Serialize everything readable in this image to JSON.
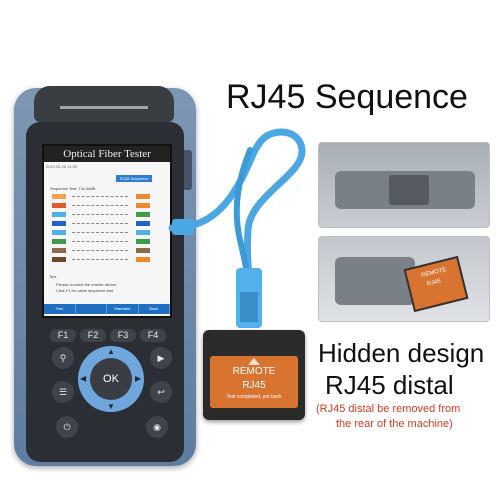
{
  "headline": "RJ45 Sequence",
  "feature": {
    "line1": "Hidden design",
    "line2": "RJ45 distal",
    "note_line1": "(RJ45 distal be removed from",
    "note_line2": "the rear of the machine)"
  },
  "device": {
    "screen_title": "Optical Fiber Tester",
    "status_bar": "2019.04.26   14:00",
    "mode_button": "RJ45 Sequence",
    "sequence_test": "Sequence Test: TIA-568B",
    "tips_label": "Tips",
    "tips_line1": "Please connect the remote device.",
    "tips_line2": "Click F1 for cable sequence test.",
    "softkeys": [
      "Test",
      "",
      "Standard",
      "Back"
    ],
    "function_keys": [
      "F1",
      "F2",
      "F3",
      "F4"
    ],
    "ok_label": "OK",
    "pin_colors": [
      "#f5a04a",
      "#e05a2a",
      "#4fb0e8",
      "#2360c8",
      "#4fb0e8",
      "#3f9b4c",
      "#8c6a4a",
      "#6b4a2a"
    ],
    "pin_right_colors": [
      "#f0892a",
      "#f0892a",
      "#3f9b4c",
      "#2360c8",
      "#4fb0e8",
      "#3f9b4c",
      "#8c6a4a",
      "#f0892a"
    ]
  },
  "remote_unit": {
    "title": "REMOTE",
    "subtitle": "RJ45",
    "note": "Test completed, put back"
  },
  "inset_label": {
    "title": "REMOTE",
    "subtitle": "RJ45"
  },
  "colors": {
    "accent_orange": "#d87430",
    "cable_blue": "#4aa7e2",
    "note_red": "#d73b22",
    "device_blue": "#6c8aad"
  }
}
